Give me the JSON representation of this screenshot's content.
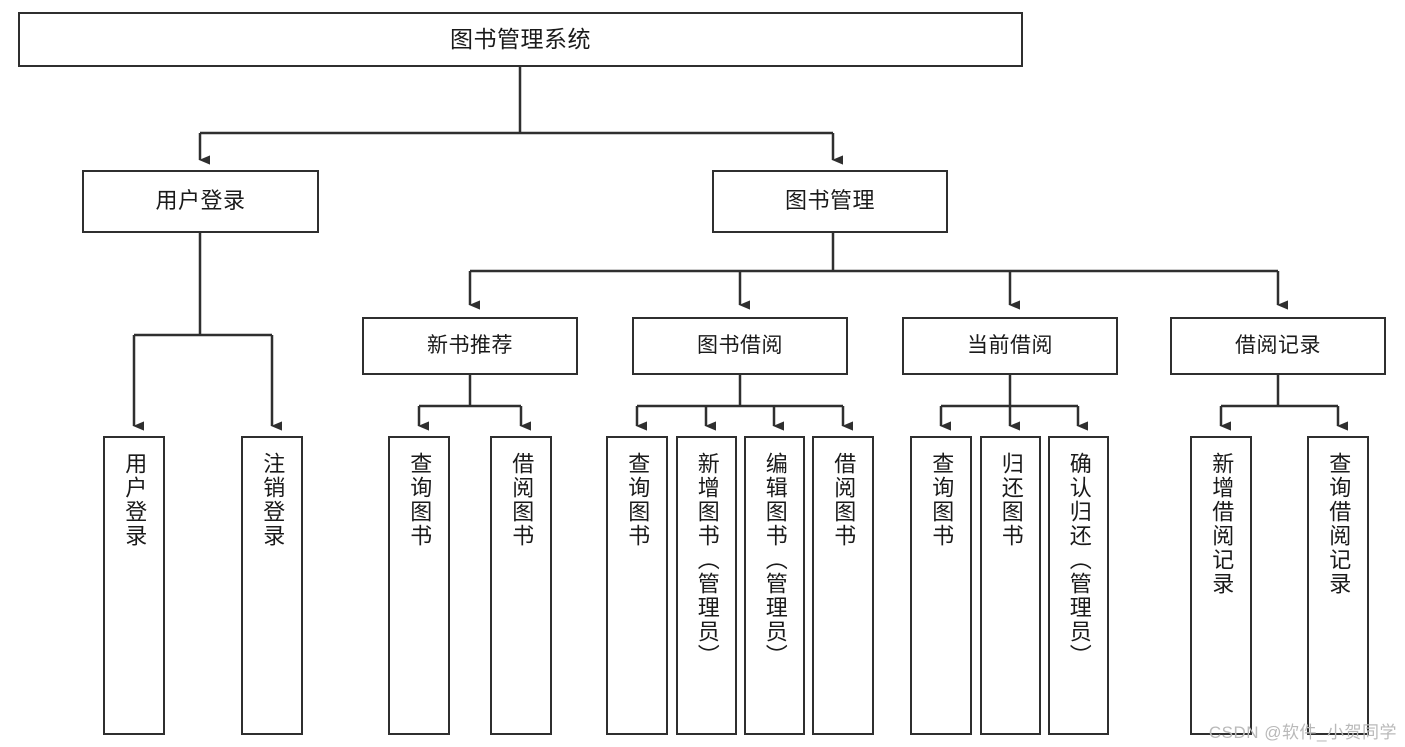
{
  "diagram": {
    "title": "图书管理系统",
    "type": "tree-hierarchy-diagram",
    "root": {
      "label": "图书管理系统"
    },
    "level1": [
      {
        "label": "用户登录"
      },
      {
        "label": "图书管理"
      }
    ],
    "level2": [
      {
        "label": "新书推荐"
      },
      {
        "label": "图书借阅"
      },
      {
        "label": "当前借阅"
      },
      {
        "label": "借阅记录"
      }
    ],
    "leaves": {
      "user_login": [
        {
          "label": "用户登录"
        },
        {
          "label": "注销登录"
        }
      ],
      "new_book_recommend": [
        {
          "label": "查询图书"
        },
        {
          "label": "借阅图书"
        }
      ],
      "book_borrow": [
        {
          "label": "查询图书"
        },
        {
          "label": "新增图书（管理员）"
        },
        {
          "label": "编辑图书（管理员）"
        },
        {
          "label": "借阅图书"
        }
      ],
      "current_borrow": [
        {
          "label": "查询图书"
        },
        {
          "label": "归还图书"
        },
        {
          "label": "确认归还（管理员）"
        }
      ],
      "borrow_records": [
        {
          "label": "新增借阅记录"
        },
        {
          "label": "查询借阅记录"
        }
      ]
    }
  },
  "watermark": {
    "text": "CSDN @软件_小贺同学"
  },
  "colors": {
    "stroke": "#2f2f2f",
    "background": "#ffffff",
    "text": "#1a1a1a",
    "watermark": "#b9b9b9"
  }
}
